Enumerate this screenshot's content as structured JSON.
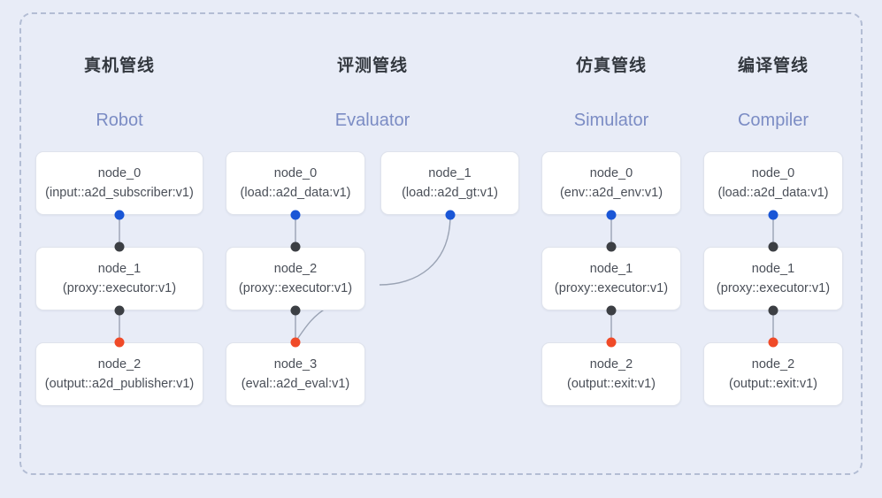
{
  "frame": {
    "style": "dashed",
    "border_color": "#b3bdd4"
  },
  "theme": {
    "background": "#e8ecf7",
    "node_background": "#ffffff",
    "node_border": "#dfe3ec",
    "title_color": "#33383f",
    "subtitle_color": "#7b8cc4",
    "port_output_color": "#1a56d6",
    "port_link_color": "#3c3f44",
    "port_input_color": "#f04a28",
    "edge_color": "#9aa3b4"
  },
  "columns": [
    {
      "title": "真机管线",
      "subtitle": "Robot",
      "nodes": [
        {
          "name": "node_0",
          "impl": "(input::a2d_subscriber:v1)"
        },
        {
          "name": "node_1",
          "impl": "(proxy::executor:v1)"
        },
        {
          "name": "node_2",
          "impl": "(output::a2d_publisher:v1)"
        }
      ]
    },
    {
      "title": "评测管线",
      "subtitle": "Evaluator",
      "nodes": [
        {
          "name": "node_0",
          "impl": "(load::a2d_data:v1)"
        },
        {
          "name": "node_1",
          "impl": "(load::a2d_gt:v1)"
        },
        {
          "name": "node_2",
          "impl": "(proxy::executor:v1)"
        },
        {
          "name": "node_3",
          "impl": "(eval::a2d_eval:v1)"
        }
      ]
    },
    {
      "title": "仿真管线",
      "subtitle": "Simulator",
      "nodes": [
        {
          "name": "node_0",
          "impl": "(env::a2d_env:v1)"
        },
        {
          "name": "node_1",
          "impl": "(proxy::executor:v1)"
        },
        {
          "name": "node_2",
          "impl": "(output::exit:v1)"
        }
      ]
    },
    {
      "title": "编译管线",
      "subtitle": "Compiler",
      "nodes": [
        {
          "name": "node_0",
          "impl": "(load::a2d_data:v1)"
        },
        {
          "name": "node_1",
          "impl": "(proxy::executor:v1)"
        },
        {
          "name": "node_2",
          "impl": "(output::exit:v1)"
        }
      ]
    }
  ]
}
